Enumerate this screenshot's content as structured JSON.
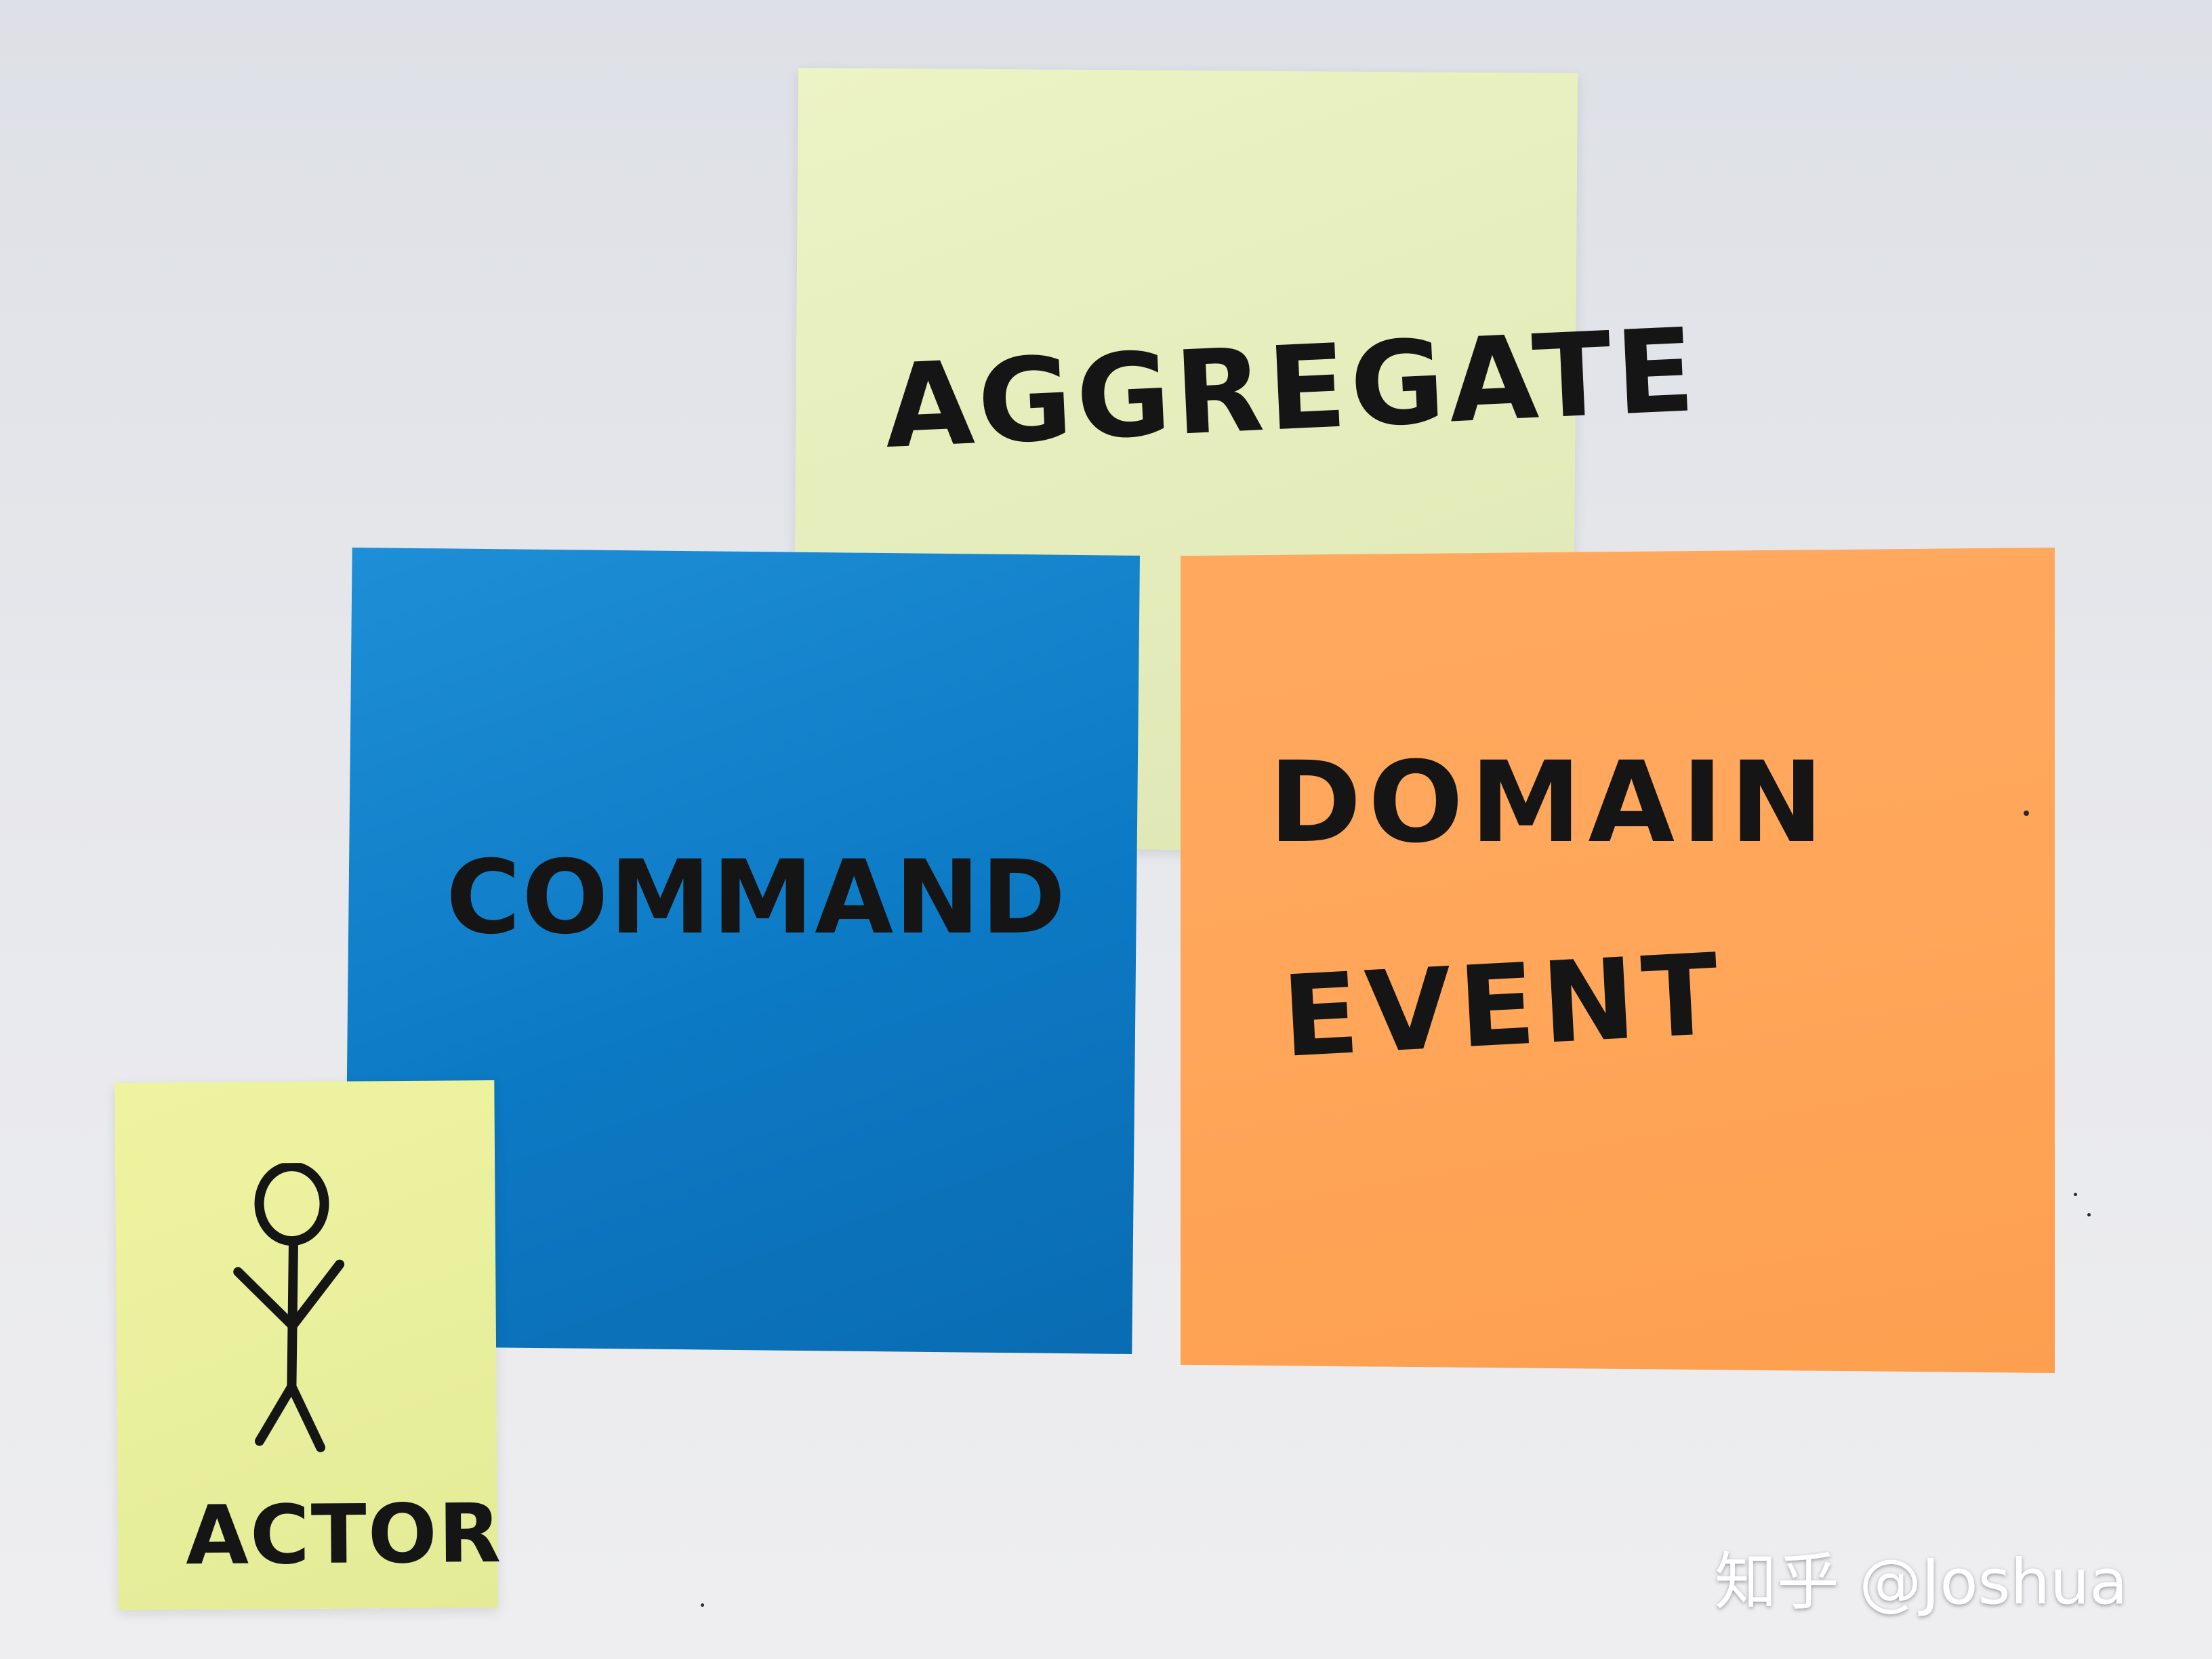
{
  "notes": {
    "aggregate": {
      "text": "AGGREGATE",
      "color": "#e6eebd"
    },
    "command": {
      "text": "COMMAND",
      "color": "#0e7bc6"
    },
    "domain_event": {
      "line1": "DOMAIN",
      "line2": "EVENT",
      "color": "#ffa657"
    },
    "actor": {
      "text": "ACTOR",
      "color": "#e9f09c",
      "figure_icon": "stick-figure-icon"
    }
  },
  "watermark": {
    "text": "知乎 @Joshua"
  }
}
